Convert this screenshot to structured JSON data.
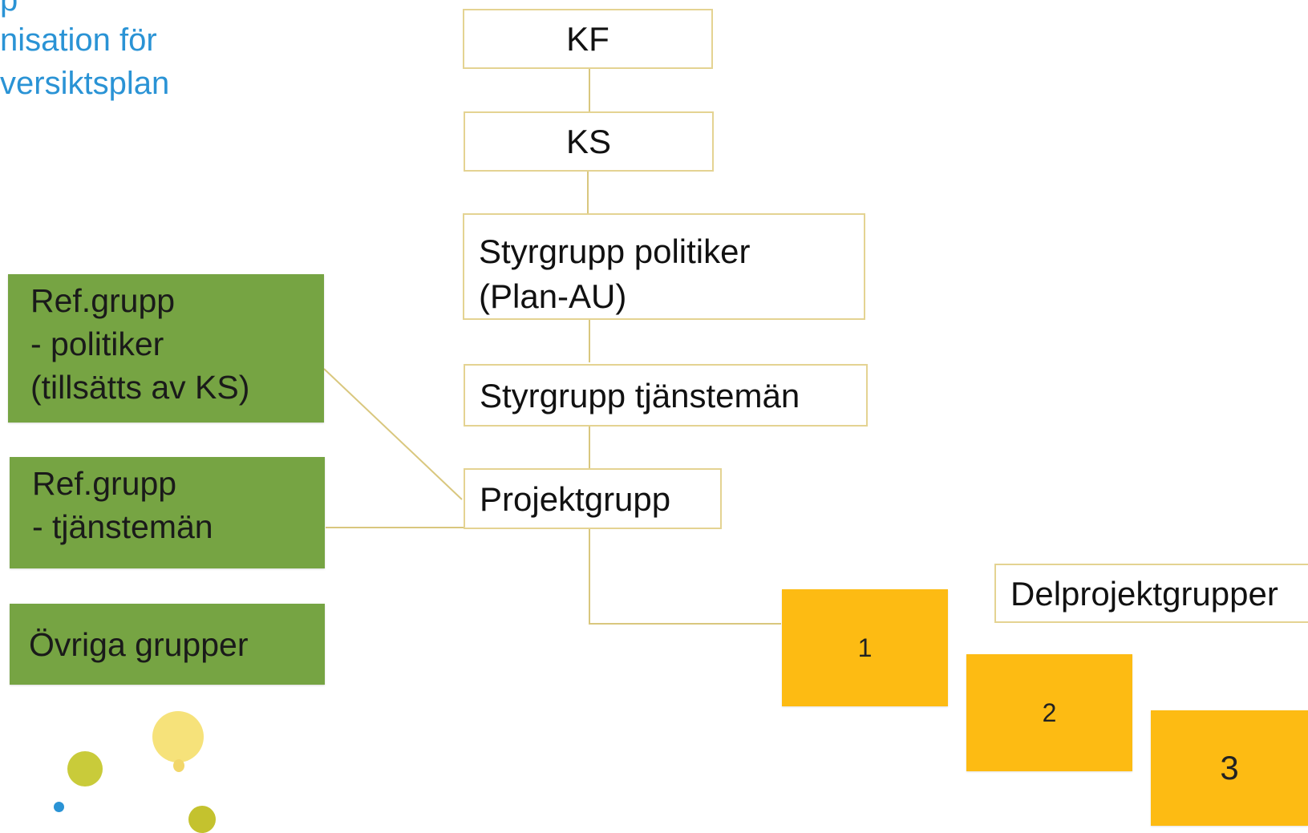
{
  "title": {
    "line1": "p",
    "line2": "nisation för",
    "line3": "versiktsplan"
  },
  "org_chart": {
    "kf": "KF",
    "ks": "KS",
    "styrgrupp_politiker": {
      "line1": "Styrgrupp politiker",
      "line2": "(Plan-AU)"
    },
    "styrgrupp_tjanstemen": "Styrgrupp tjänstemän",
    "projektgrupp": "Projektgrupp",
    "delprojektgrupper": "Delprojektgrupper",
    "sub_groups": [
      "1",
      "2",
      "3"
    ]
  },
  "reference_groups": {
    "politiker": "Ref.grupp\n- politiker\n(tillsätts av KS)",
    "tjanstemen": "Ref.grupp\n- tjänstemän",
    "ovriga": "Övriga grupper"
  },
  "colors": {
    "title": "#2a93d5",
    "box_border": "#e4d392",
    "connector": "#d9c77e",
    "ref_group": "#76a443",
    "sub_group": "#fdbb13"
  }
}
